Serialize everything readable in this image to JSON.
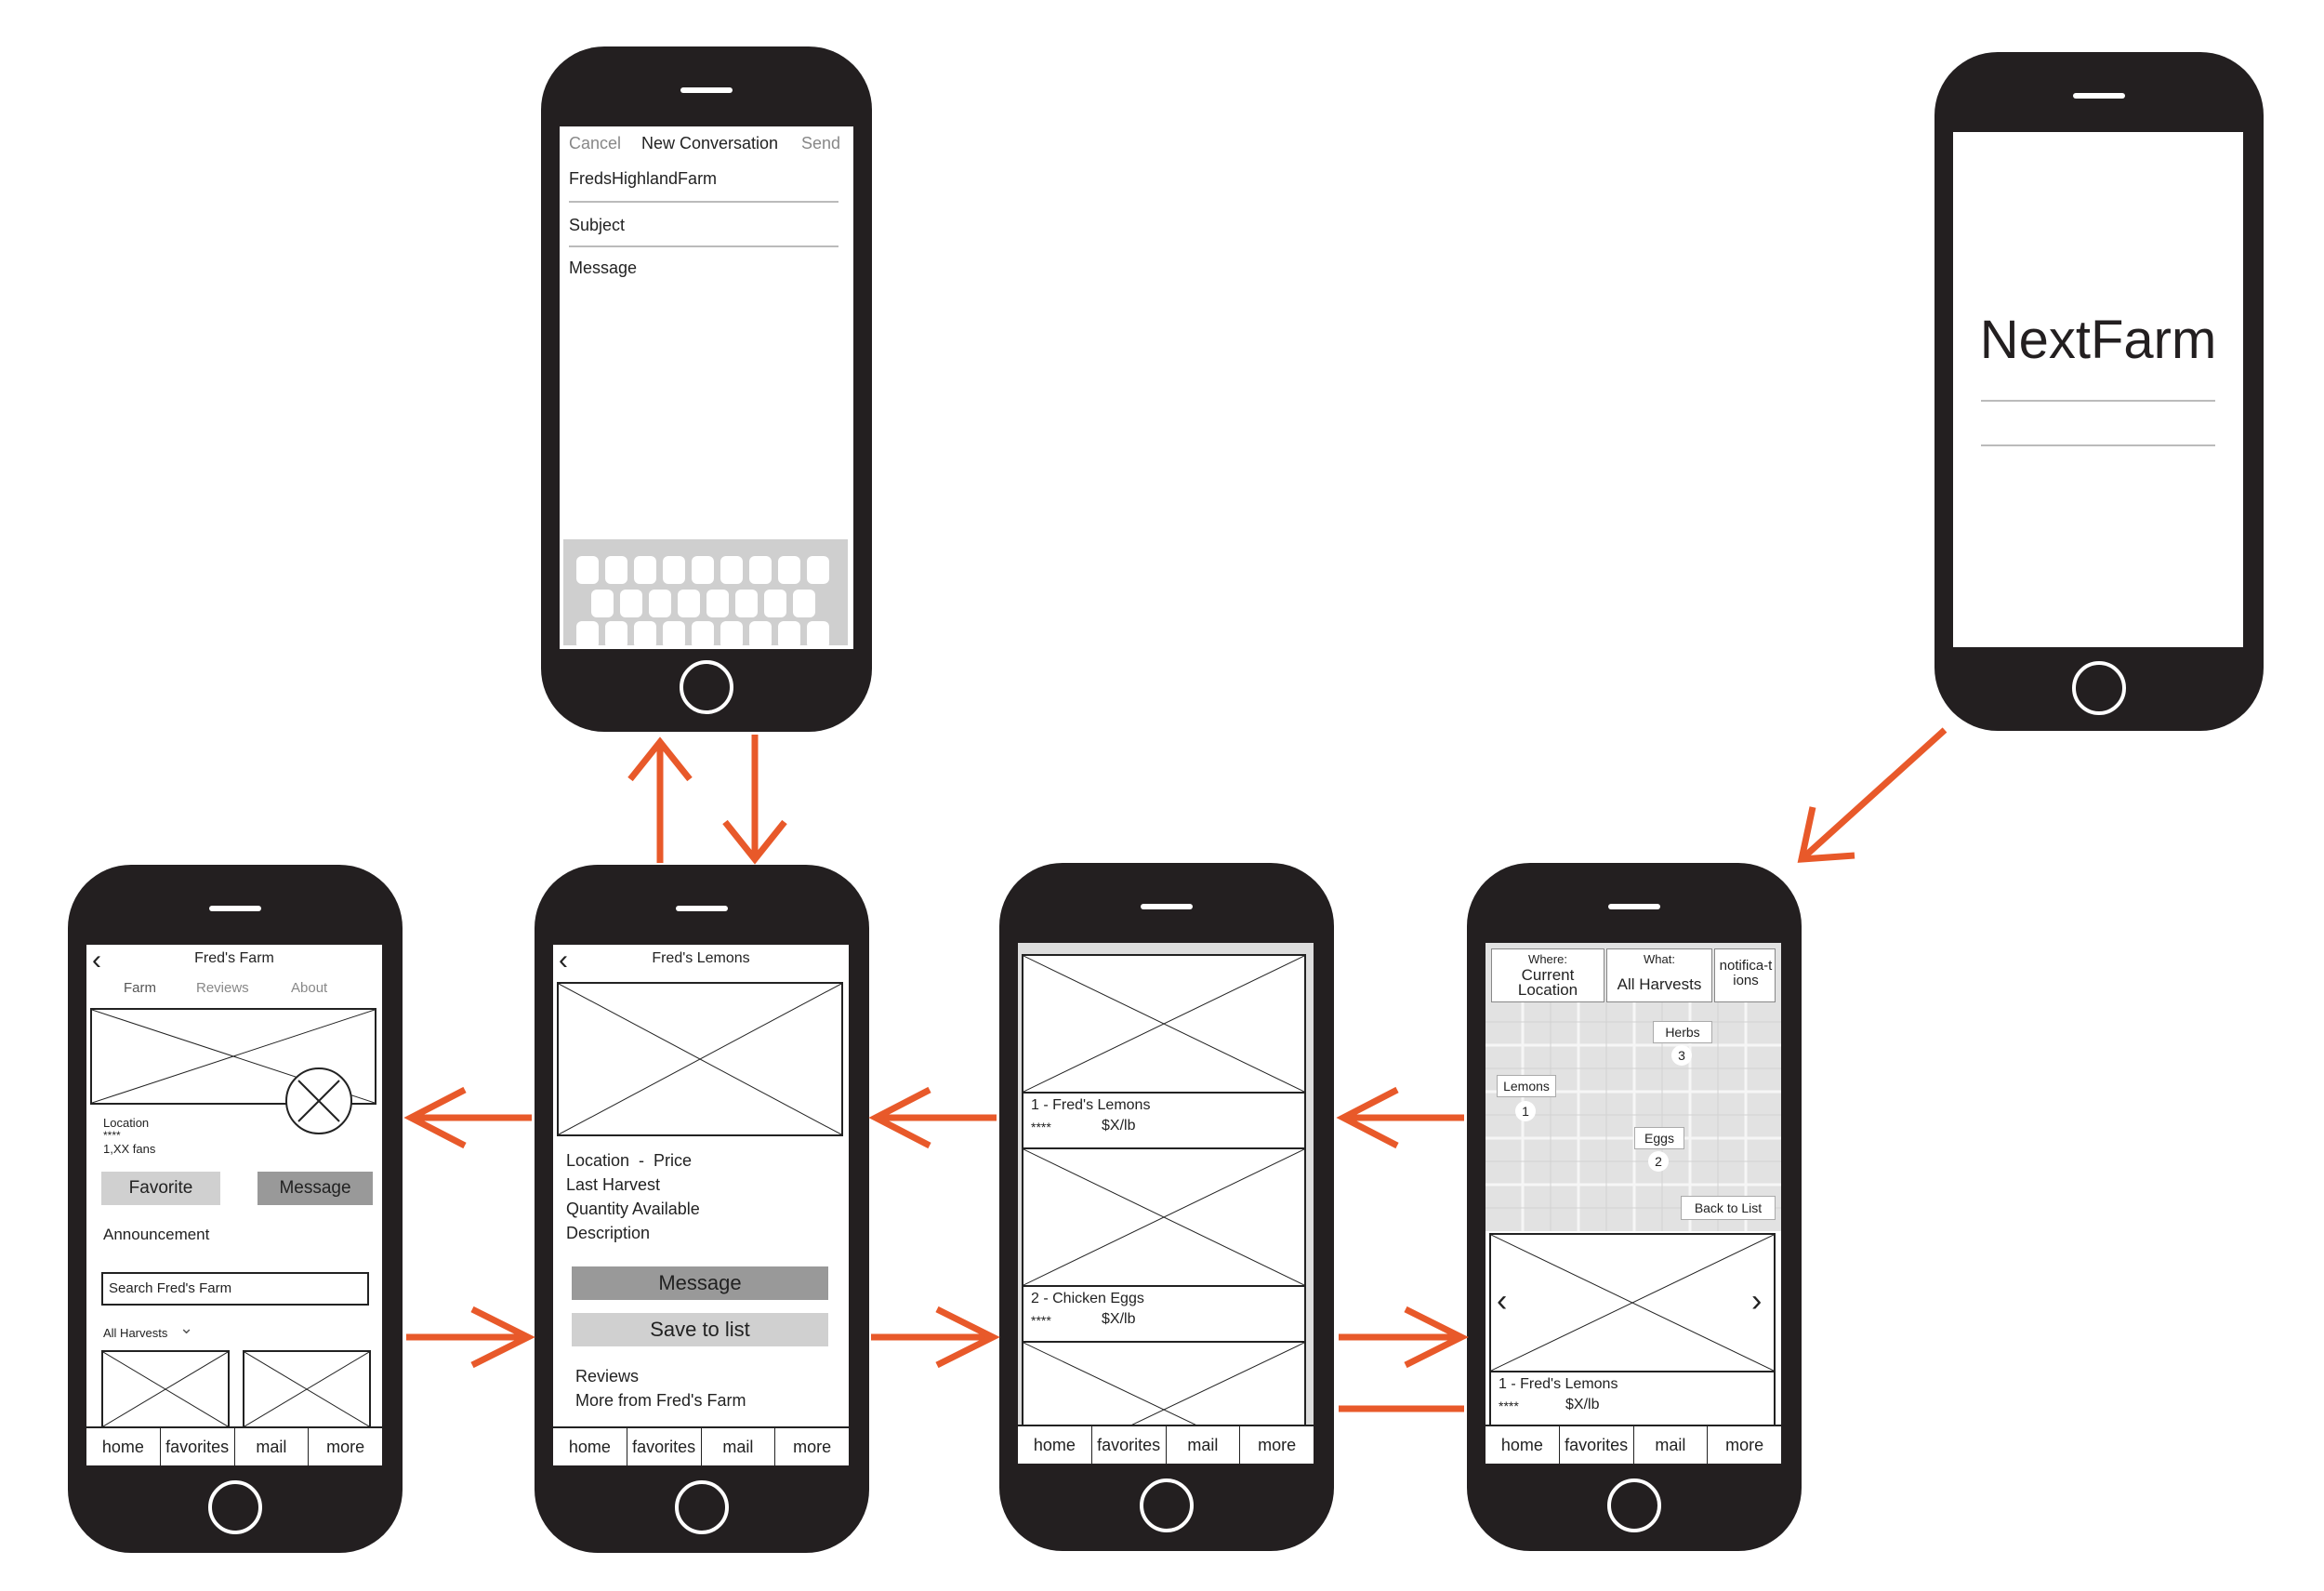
{
  "splash": {
    "title": "NextFarm"
  },
  "compose": {
    "cancel": "Cancel",
    "heading": "New Conversation",
    "send": "Send",
    "to": "FredsHighlandFarm",
    "subject": "Subject",
    "message": "Message"
  },
  "map_screen": {
    "where_label": "Where:",
    "where_value": "Current Location",
    "what_label": "What:",
    "what_value": "All Harvests",
    "notifications": "notifica-tions",
    "pins": [
      {
        "label": "Herbs",
        "count": "3"
      },
      {
        "label": "Lemons",
        "count": "1"
      },
      {
        "label": "Eggs",
        "count": "2"
      }
    ],
    "back_to_list": "Back to List",
    "card_title": "1 - Fred's Lemons",
    "card_rating": "****",
    "card_price": "$X/lb"
  },
  "list_screen": {
    "items": [
      {
        "title": "1 - Fred's Lemons",
        "rating": "****",
        "price": "$X/lb"
      },
      {
        "title": "2 - Chicken Eggs",
        "rating": "****",
        "price": "$X/lb"
      }
    ]
  },
  "product_screen": {
    "title": "Fred's Lemons",
    "location_price": "Location  -  Price",
    "last_harvest": "Last Harvest",
    "quantity": "Quantity Available",
    "description": "Description",
    "message_button": "Message",
    "save_button": "Save to list",
    "reviews": "Reviews",
    "more_from": "More from Fred's Farm"
  },
  "farm_screen": {
    "title": "Fred's Farm",
    "tabs": [
      "Farm",
      "Reviews",
      "About"
    ],
    "location": "Location",
    "rating": "****",
    "fans": "1,XX fans",
    "favorite_button": "Favorite",
    "message_button": "Message",
    "announcement": "Announcement",
    "search_placeholder": "Search Fred's Farm",
    "filter": "All Harvests"
  },
  "nav": {
    "home": "home",
    "favorites": "favorites",
    "mail": "mail",
    "more": "more"
  },
  "colors": {
    "phone": "#231f20",
    "arrow": "#e8592a",
    "button_dark": "#999999",
    "button_light": "#d0d0d0"
  }
}
